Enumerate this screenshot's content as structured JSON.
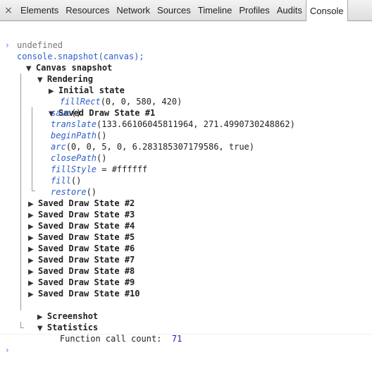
{
  "tabs": [
    "Elements",
    "Resources",
    "Network",
    "Sources",
    "Timeline",
    "Profiles",
    "Audits",
    "Console"
  ],
  "close_glyph": "×",
  "input_line": {
    "prompt": "›",
    "text": "console.snapshot(canvas);"
  },
  "result": "undefined",
  "snapshot": {
    "title": "Canvas snapshot",
    "rendering_label": "Rendering",
    "initial_state": "Initial state",
    "fill_rect": {
      "name": "fillRect",
      "args": "(0, 0, 580, 420)"
    },
    "saved1": {
      "label": "Saved Draw State #1",
      "calls": [
        {
          "name": "save",
          "args": "()"
        },
        {
          "name": "translate",
          "args": "(133.66106045811964, 271.4990730248862)"
        },
        {
          "name": "beginPath",
          "args": "()"
        },
        {
          "name": "arc",
          "args": "(0, 0, 5, 0, 6.283185307179586, true)"
        },
        {
          "name": "closePath",
          "args": "()"
        },
        {
          "name": "fillStyle",
          "args": " = #ffffff"
        },
        {
          "name": "fill",
          "args": "()"
        },
        {
          "name": "restore",
          "args": "()"
        }
      ]
    },
    "saved_states": [
      "Saved Draw State #2",
      "Saved Draw State #3",
      "Saved Draw State #4",
      "Saved Draw State #5",
      "Saved Draw State #6",
      "Saved Draw State #7",
      "Saved Draw State #8",
      "Saved Draw State #9",
      "Saved Draw State #10"
    ],
    "screenshot_label": "Screenshot",
    "statistics_label": "Statistics",
    "call_count_label": "Function call count:",
    "call_count_value": "71"
  },
  "bottom_prompt": "›"
}
